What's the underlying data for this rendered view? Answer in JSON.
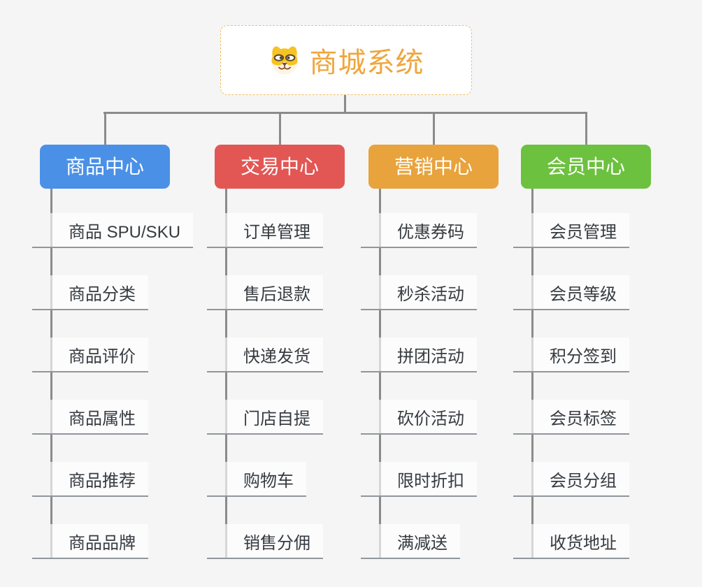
{
  "root": {
    "title": "商城系统",
    "icon": "shiba-dog-icon",
    "text_color": "#efa63e",
    "border_color": "#f4bd65"
  },
  "colors": {
    "background": "#f5f5f6",
    "connector": "#8b8b8b",
    "child_underline": "#90969b",
    "child_text": "#363b40"
  },
  "branches": [
    {
      "label": "商品中心",
      "color": "#4a90e6",
      "children": [
        "商品 SPU/SKU",
        "商品分类",
        "商品评价",
        "商品属性",
        "商品推荐",
        "商品品牌"
      ]
    },
    {
      "label": "交易中心",
      "color": "#e25754",
      "children": [
        "订单管理",
        "售后退款",
        "快递发货",
        "门店自提",
        "购物车",
        "销售分佣"
      ]
    },
    {
      "label": "营销中心",
      "color": "#e8a33d",
      "children": [
        "优惠券码",
        "秒杀活动",
        "拼团活动",
        "砍价活动",
        "限时折扣",
        "满减送"
      ]
    },
    {
      "label": "会员中心",
      "color": "#6cc13f",
      "children": [
        "会员管理",
        "会员等级",
        "积分签到",
        "会员标签",
        "会员分组",
        "收货地址"
      ]
    }
  ]
}
